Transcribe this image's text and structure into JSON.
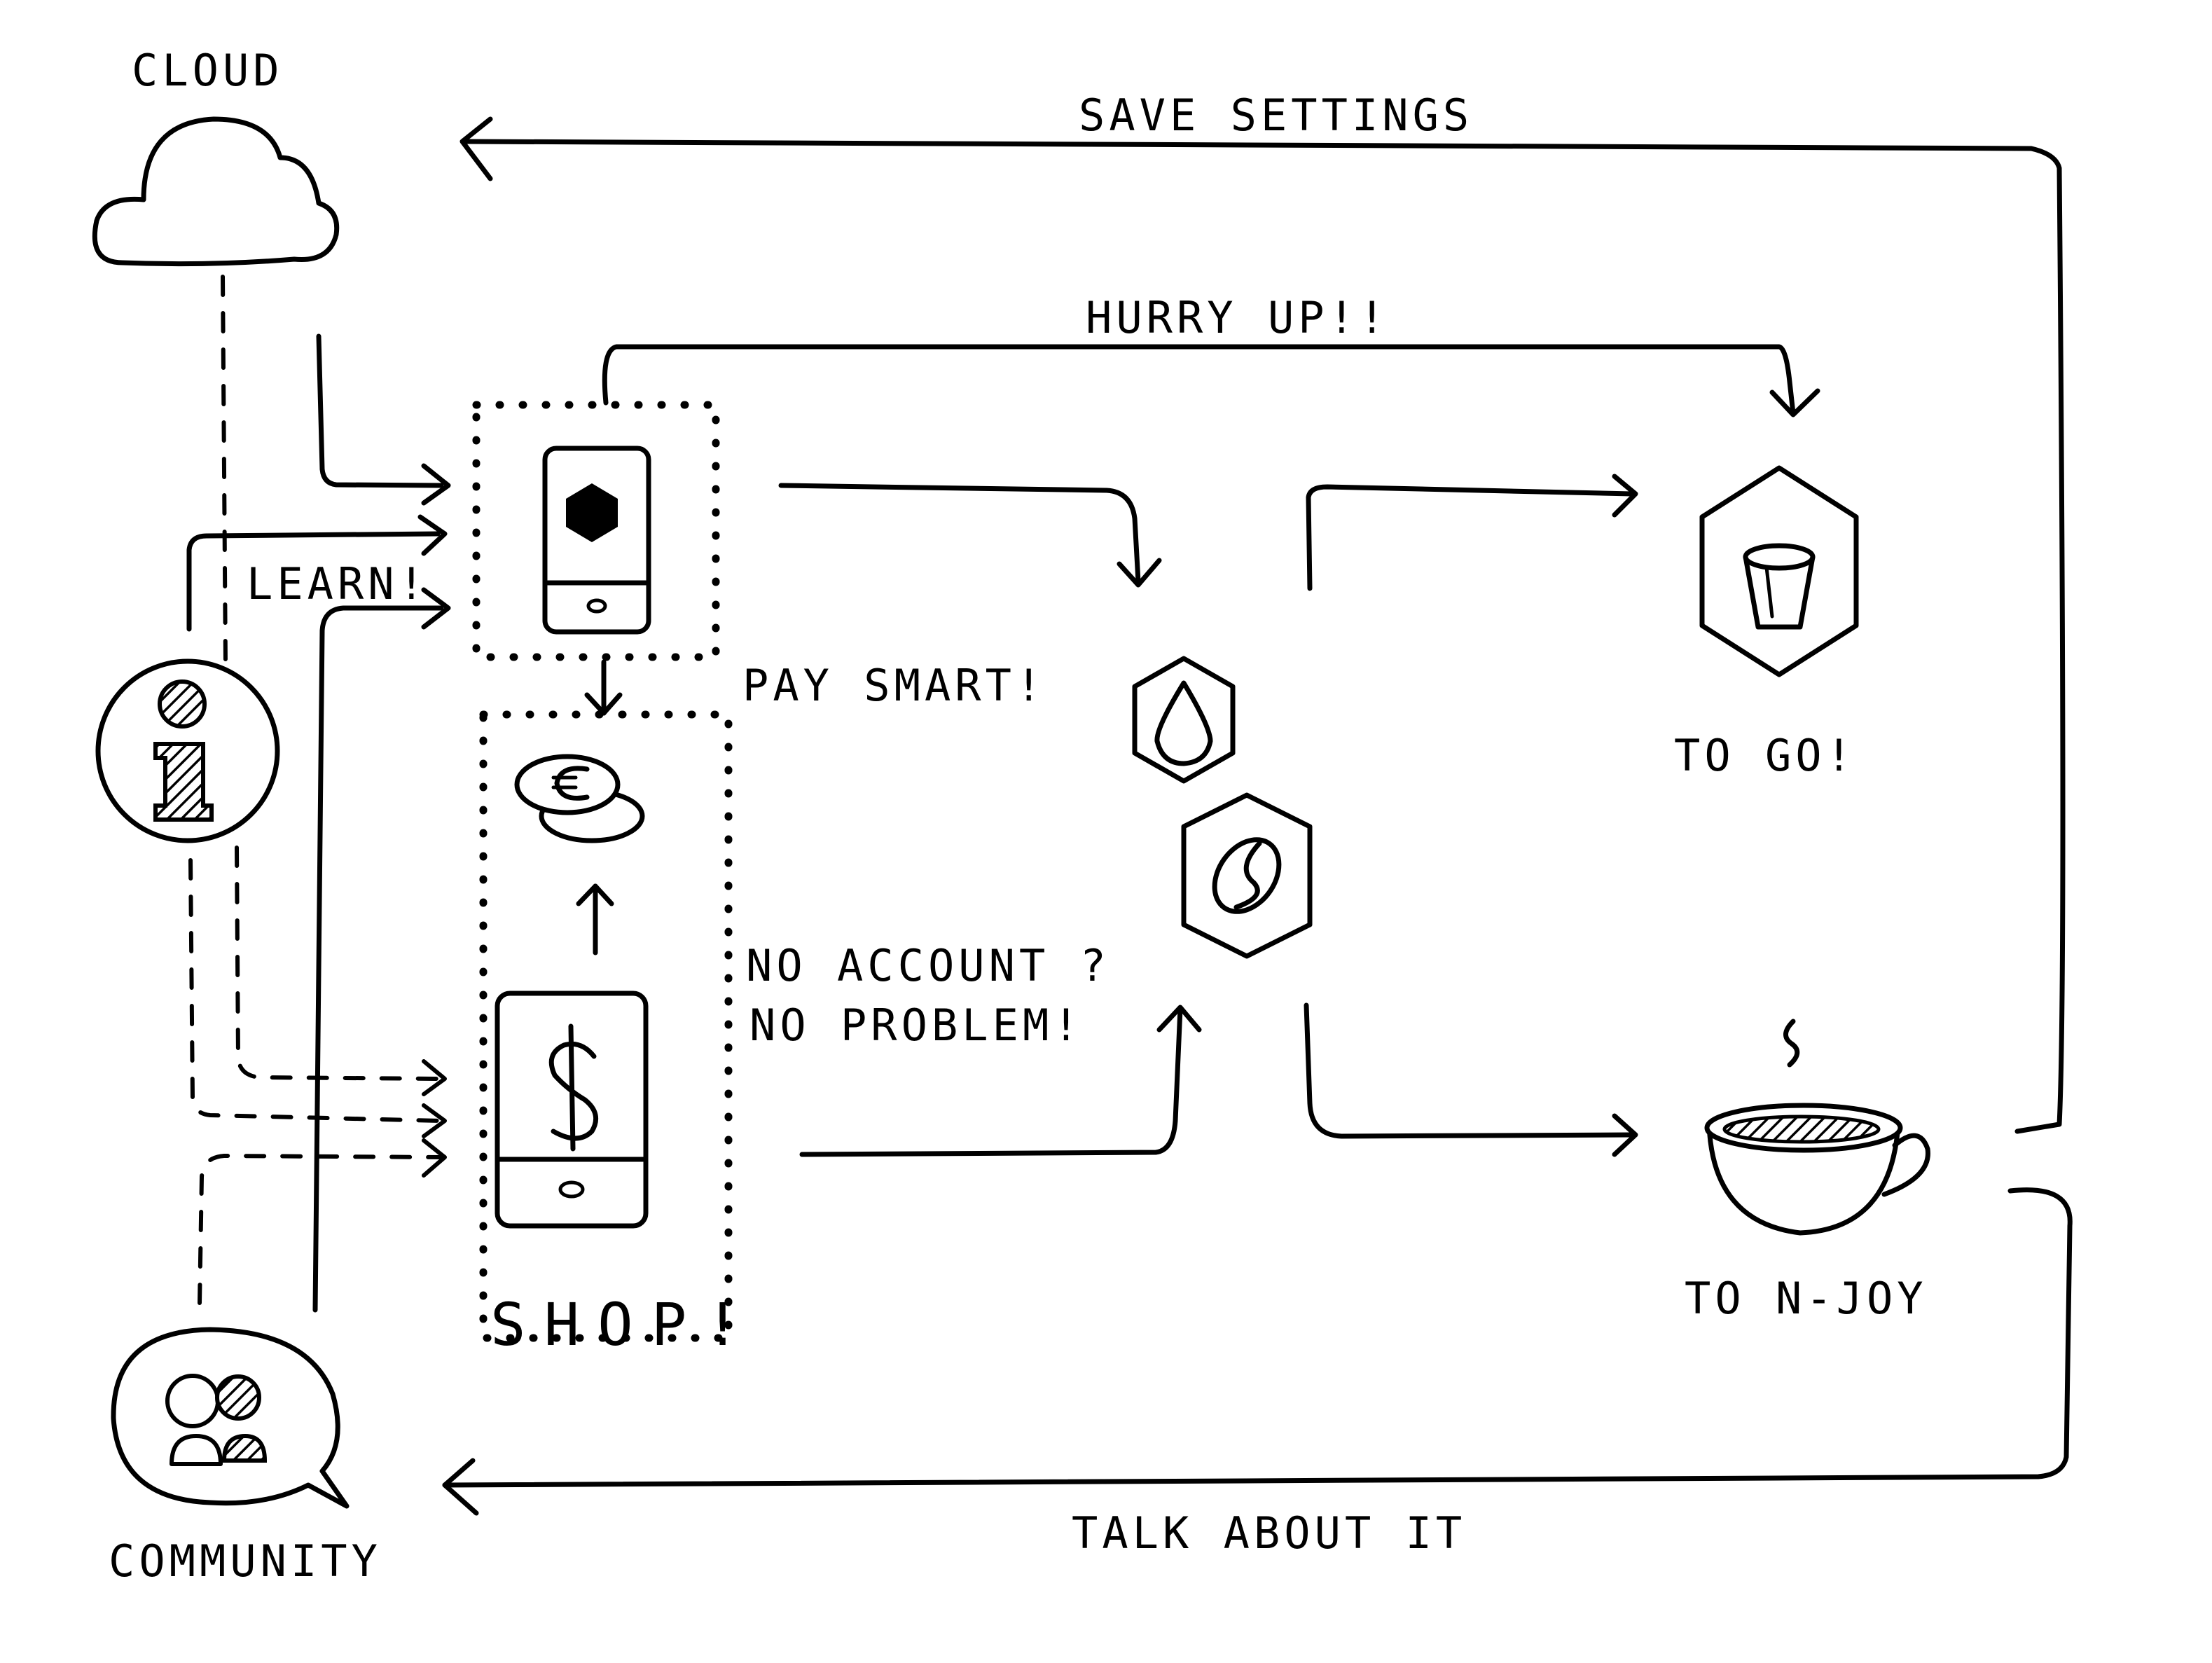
{
  "labels": {
    "cloud": "CLOUD",
    "save_settings": "SAVE SETTINGS",
    "hurry_up": "HURRY UP!!",
    "learn": "LEARN!",
    "pay_smart": "PAY SMART!",
    "no_account": "NO ACCOUNT ?",
    "no_problem": "NO PROBLEM!",
    "shop": "SHOP!",
    "to_go": "TO GO!",
    "to_njoy": "TO N-JOY",
    "talk_about_it": "TALK ABOUT IT",
    "community": "COMMUNITY"
  },
  "icons": {
    "cloud": "cloud-icon",
    "info": "info-icon",
    "community": "community-icon",
    "phone_top": "phone-icon",
    "coins": "euro-coins-icon",
    "phone_dollar": "phone-dollar-icon",
    "drop": "water-drop-icon",
    "bean": "coffee-bean-icon",
    "cup_togo": "to-go-cup-icon",
    "cup_njoy": "coffee-cup-icon"
  },
  "colors": {
    "ink": "#000000",
    "paper": "#ffffff"
  }
}
